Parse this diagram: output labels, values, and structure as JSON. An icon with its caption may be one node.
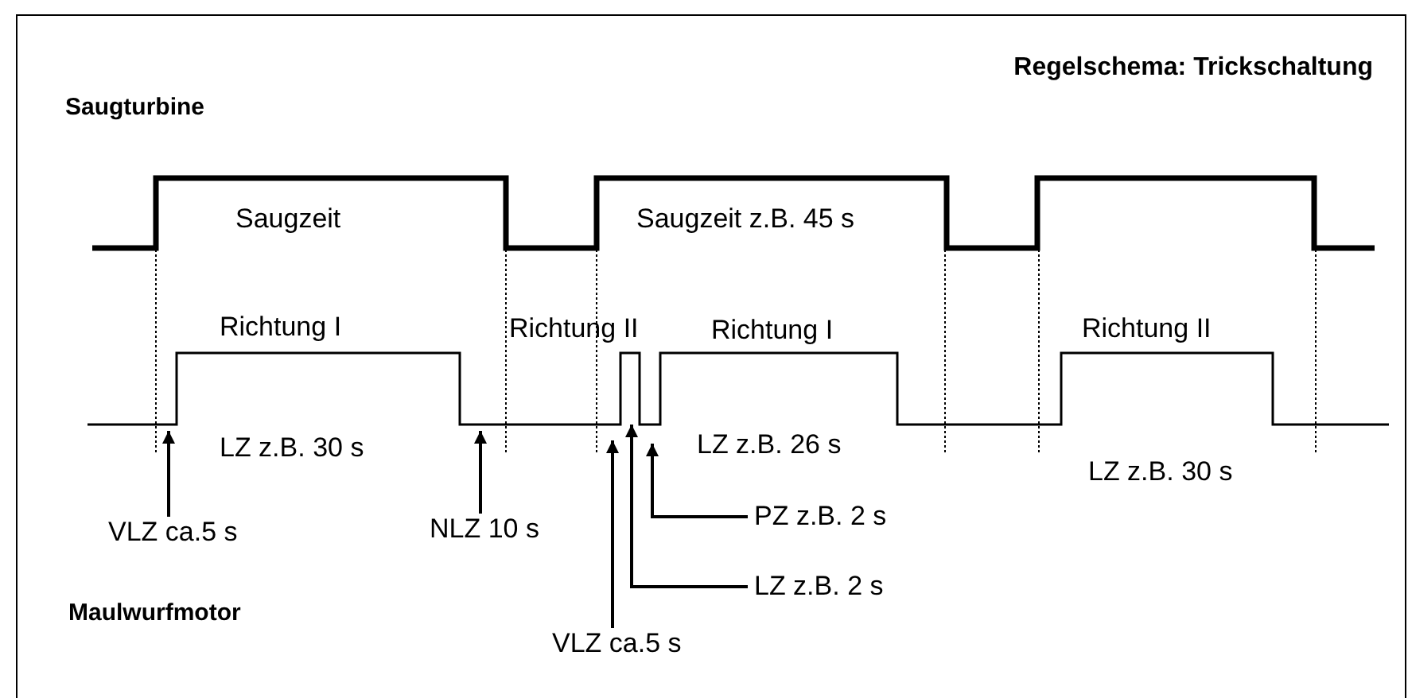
{
  "diagram": {
    "title": "Regelschema: Trickschaltung",
    "nodes": [
      {
        "text": [
          "VLZ ca.5 s"
        ]
      },
      {
        "text": [
          "NLZ 10 s"
        ]
      },
      {
        "text": [
          "PZ z.B. 2 s"
        ]
      },
      {
        "text": [
          "LZ z.B. 2 s"
        ]
      },
      {
        "text": [
          "VLZ ca.5 s"
        ]
      }
    ],
    "edges": [
      {
        "from": 0,
        "to": null,
        "arrow": "to"
      },
      {
        "from": 1,
        "to": null,
        "arrow": "to"
      },
      {
        "from": 2,
        "to": null,
        "arrow": "to"
      },
      {
        "from": 3,
        "to": null,
        "arrow": "to"
      },
      {
        "from": 4,
        "to": null,
        "arrow": "to"
      }
    ],
    "labels": [
      "Saugturbine",
      "Saugzeit",
      "Saugzeit z.B. 45 s",
      "Richtung I",
      "Richtung II",
      "Richtung I",
      "Richtung II",
      "LZ z.B. 30 s",
      "LZ z.B. 26 s",
      "LZ z.B. 30 s",
      "Maulwurfmotor"
    ]
  }
}
